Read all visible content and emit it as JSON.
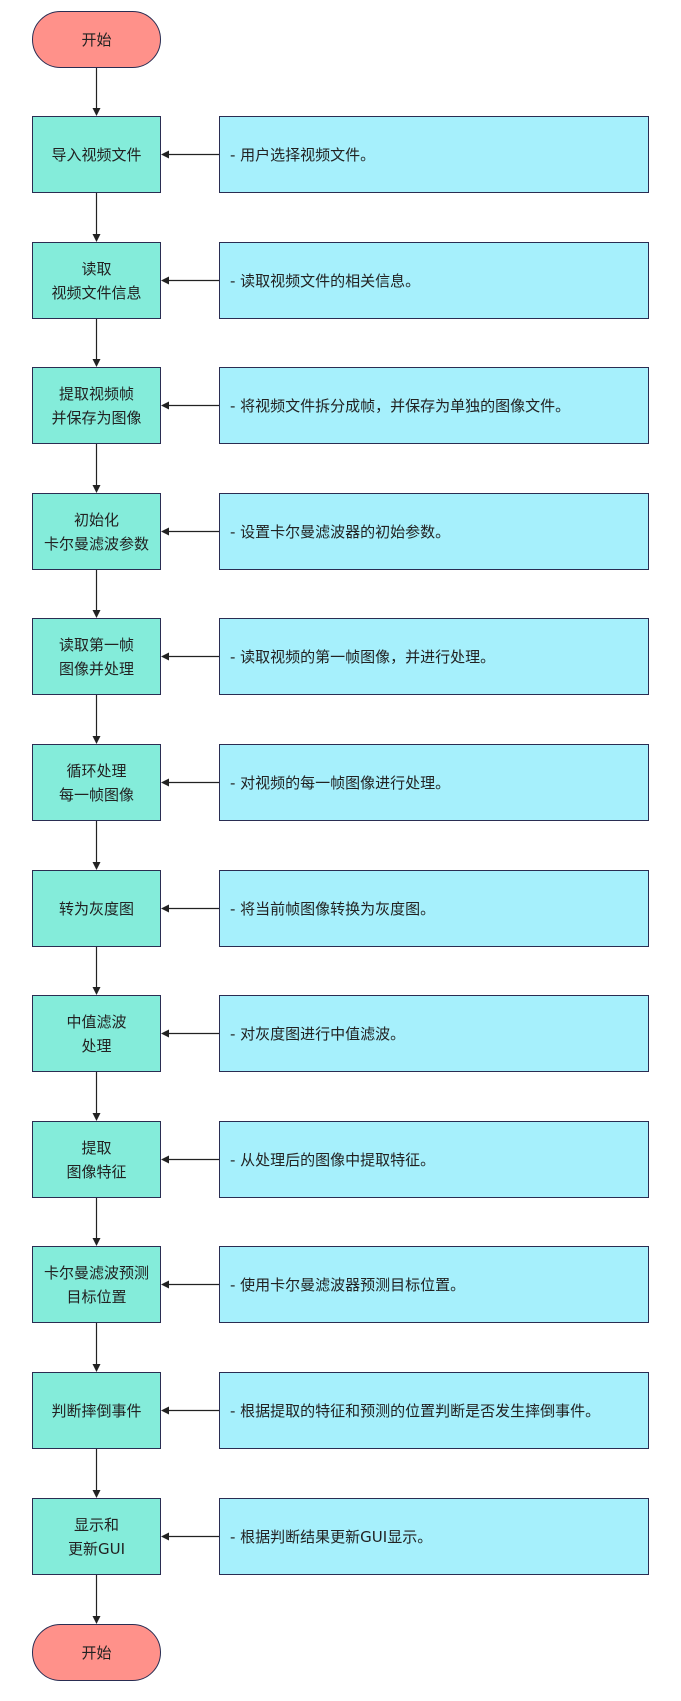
{
  "diagram": {
    "type": "flowchart",
    "start": {
      "label": "开始"
    },
    "end": {
      "label": "开始"
    },
    "steps": [
      {
        "label": "导入视频文件",
        "description": "- 用户选择视频文件。"
      },
      {
        "label": "读取\n视频文件信息",
        "description": "- 读取视频文件的相关信息。"
      },
      {
        "label": "提取视频帧\n并保存为图像",
        "description": "- 将视频文件拆分成帧，并保存为单独的图像文件。"
      },
      {
        "label": "初始化\n卡尔曼滤波参数",
        "description": "- 设置卡尔曼滤波器的初始参数。"
      },
      {
        "label": "读取第一帧\n图像并处理",
        "description": "- 读取视频的第一帧图像，并进行处理。"
      },
      {
        "label": "循环处理\n每一帧图像",
        "description": "- 对视频的每一帧图像进行处理。"
      },
      {
        "label": "转为灰度图",
        "description": "- 将当前帧图像转换为灰度图。"
      },
      {
        "label": "中值滤波\n处理",
        "description": "- 对灰度图进行中值滤波。"
      },
      {
        "label": "提取\n图像特征",
        "description": "- 从处理后的图像中提取特征。"
      },
      {
        "label": "卡尔曼滤波预测\n目标位置",
        "description": "- 使用卡尔曼滤波器预测目标位置。"
      },
      {
        "label": "判断摔倒事件",
        "description": "- 根据提取的特征和预测的位置判断是否发生摔倒事件。"
      },
      {
        "label": "显示和\n更新GUI",
        "description": "- 根据判断结果更新GUI显示。"
      }
    ],
    "colors": {
      "terminal_fill": "#ff918a",
      "step_fill": "#84ecda",
      "description_fill": "#a6f0fc",
      "border": "#2a2d52",
      "connector": "#222222"
    }
  }
}
